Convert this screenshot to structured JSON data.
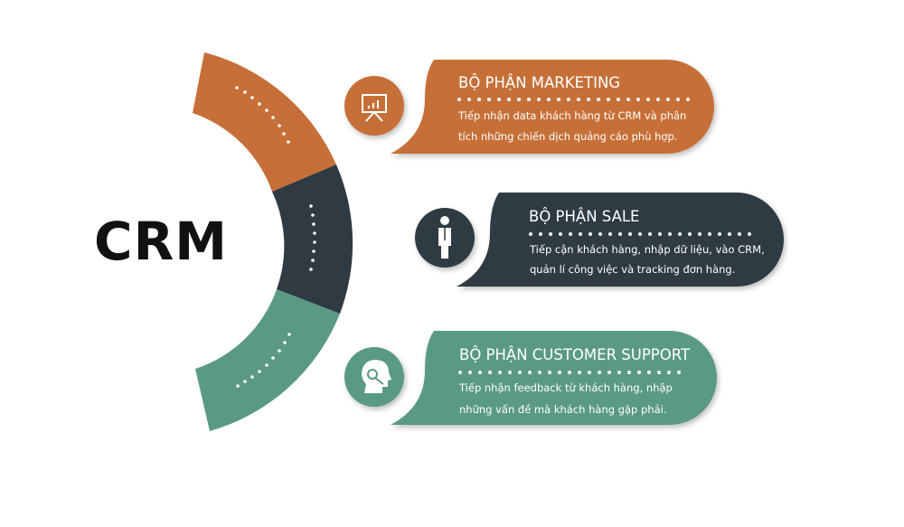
{
  "center_label": "CRM",
  "colors": {
    "marketing": "#c66f38",
    "sale": "#2f3a42",
    "support": "#5a9a84"
  },
  "departments": [
    {
      "title": "BỘ PHẬN MARKETING",
      "lines": [
        "Tiếp nhận data khách hàng từ CRM và phân",
        "tích những chiến dịch quảng cáo phù hợp."
      ],
      "icon": "presentation-chart-icon"
    },
    {
      "title": "BỘ PHẬN SALE",
      "lines": [
        "Tiếp cận khách hàng, nhập dữ liệu, vào CRM,",
        "quản lí công việc và tracking đơn hàng."
      ],
      "icon": "businessman-icon"
    },
    {
      "title": "BỘ PHẬN CUSTOMER SUPPORT",
      "lines": [
        "Tiếp nhận feedback từ khách hàng, nhập",
        "những vấn đề mà khách hàng gặp phải."
      ],
      "icon": "headset-support-icon"
    }
  ]
}
